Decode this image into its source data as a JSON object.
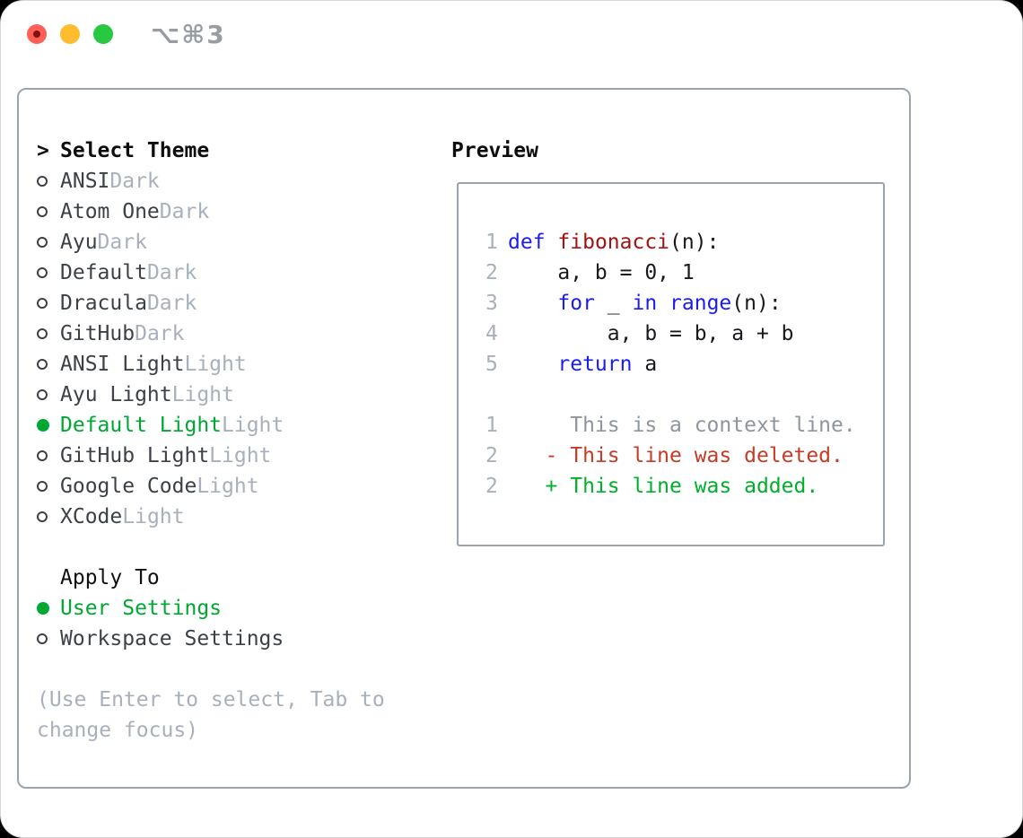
{
  "window": {
    "shortcut": "⌥⌘3"
  },
  "theme_list": {
    "header_prefix": ">",
    "header": "Select Theme",
    "items": [
      {
        "name": "ANSI",
        "variant": "Dark",
        "selected": false
      },
      {
        "name": "Atom One",
        "variant": "Dark",
        "selected": false
      },
      {
        "name": "Ayu",
        "variant": "Dark",
        "selected": false
      },
      {
        "name": "Default",
        "variant": "Dark",
        "selected": false
      },
      {
        "name": "Dracula",
        "variant": "Dark",
        "selected": false
      },
      {
        "name": "GitHub",
        "variant": "Dark",
        "selected": false
      },
      {
        "name": "ANSI Light",
        "variant": "Light",
        "selected": false
      },
      {
        "name": "Ayu Light",
        "variant": "Light",
        "selected": false
      },
      {
        "name": "Default Light",
        "variant": "Light",
        "selected": true
      },
      {
        "name": "GitHub Light",
        "variant": "Light",
        "selected": false
      },
      {
        "name": "Google Code",
        "variant": "Light",
        "selected": false
      },
      {
        "name": "XCode",
        "variant": "Light",
        "selected": false
      }
    ]
  },
  "apply_to": {
    "header": "Apply To",
    "options": [
      {
        "label": "User Settings",
        "selected": true
      },
      {
        "label": "Workspace Settings",
        "selected": false
      }
    ]
  },
  "help": {
    "lines": [
      "(Use Enter to select, Tab to",
      "change focus)"
    ]
  },
  "preview": {
    "title": "Preview",
    "code_lines": [
      {
        "num": "1",
        "segments": [
          {
            "t": "def",
            "c": "kw"
          },
          {
            "t": " ",
            "c": "plain"
          },
          {
            "t": "fibonacci",
            "c": "fn"
          },
          {
            "t": "(n):",
            "c": "plain"
          }
        ]
      },
      {
        "num": "2",
        "segments": [
          {
            "t": "    a, b = 0, 1",
            "c": "plain"
          }
        ]
      },
      {
        "num": "3",
        "segments": [
          {
            "t": "    ",
            "c": "plain"
          },
          {
            "t": "for",
            "c": "kw"
          },
          {
            "t": " _ ",
            "c": "plain"
          },
          {
            "t": "in",
            "c": "kw"
          },
          {
            "t": " ",
            "c": "plain"
          },
          {
            "t": "range",
            "c": "kw"
          },
          {
            "t": "(n):",
            "c": "plain"
          }
        ]
      },
      {
        "num": "4",
        "segments": [
          {
            "t": "        a, b = b, a + b",
            "c": "plain"
          }
        ]
      },
      {
        "num": "5",
        "segments": [
          {
            "t": "    ",
            "c": "plain"
          },
          {
            "t": "return",
            "c": "kw"
          },
          {
            "t": " a",
            "c": "plain"
          }
        ]
      },
      {
        "num": "",
        "segments": []
      },
      {
        "num": "1",
        "segments": [
          {
            "t": "     This is a context line.",
            "c": "ctx"
          }
        ]
      },
      {
        "num": "2",
        "segments": [
          {
            "t": "   - This line was deleted.",
            "c": "del"
          }
        ]
      },
      {
        "num": "2",
        "segments": [
          {
            "t": "   + This line was added.",
            "c": "add"
          }
        ]
      }
    ]
  },
  "colors": {
    "accent_green": "#00a733",
    "added_green": "#00b02a",
    "keyword_blue": "#1b1bf2",
    "function_red": "#a31212",
    "deleted_red": "#c53b26",
    "context_gray": "#8e959e",
    "muted_gray": "#a8b0bc",
    "text_dark": "#3c4147",
    "border_gray": "#9ba3b0",
    "shortcut_gray": "#989da4",
    "traffic_red": "#ff5f57",
    "traffic_red_dot": "#7d1410",
    "traffic_yellow": "#febc2e",
    "traffic_green": "#28c840"
  }
}
